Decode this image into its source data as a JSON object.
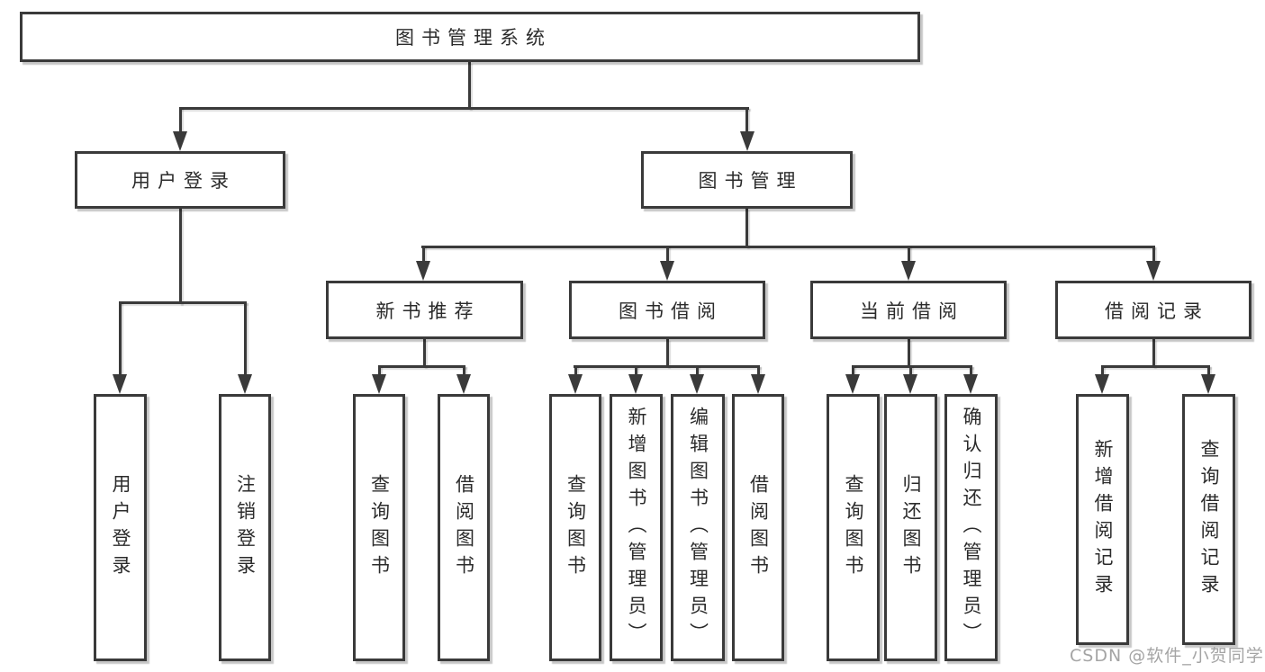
{
  "diagram": {
    "title_node": {
      "label": "图书管理系统"
    },
    "level2": [
      {
        "label": "用户登录"
      },
      {
        "label": "图书管理"
      }
    ],
    "level3": [
      {
        "label": "新书推荐"
      },
      {
        "label": "图书借阅"
      },
      {
        "label": "当前借阅"
      },
      {
        "label": "借阅记录"
      }
    ],
    "leaves": {
      "user_login": [
        "用户登录",
        "注销登录"
      ],
      "new_book_recommend": [
        "查询图书",
        "借阅图书"
      ],
      "book_borrowing": [
        "查询图书",
        "新增图书（管理员）",
        "编辑图书（管理员）",
        "借阅图书"
      ],
      "current_borrowing": [
        "查询图书",
        "归还图书",
        "确认归还（管理员）"
      ],
      "borrowing_records": [
        "新增借阅记录",
        "查询借阅记录"
      ]
    }
  },
  "watermark": "CSDN @软件_小贺同学",
  "colors": {
    "line": "#3a3a3a",
    "text": "#2b2b2b",
    "watermark": "#9b9b9b",
    "background": "#ffffff"
  }
}
